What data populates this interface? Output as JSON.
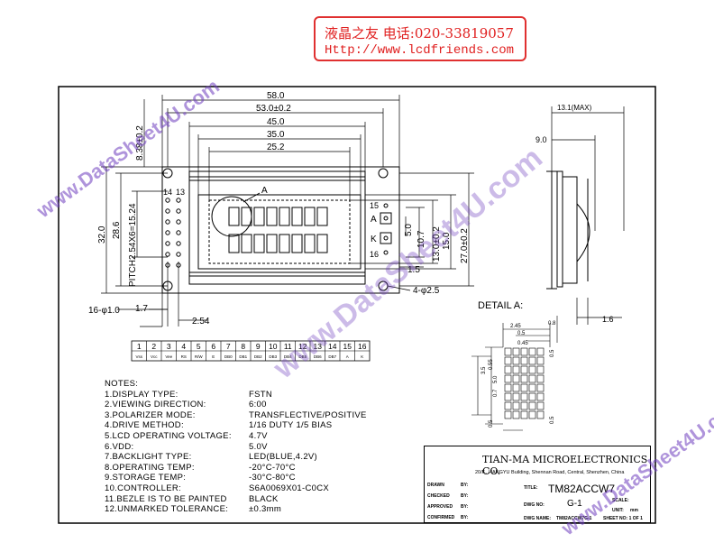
{
  "stamp": {
    "line1": "液晶之友 电话:020-33819057",
    "line2": "Http://www.lcdfriends.com"
  },
  "watermark_text": "www.DataSheet4U.com",
  "dimensions": {
    "top_58": "58.0",
    "top_53": "53.0±0.2",
    "top_45": "45.0",
    "top_35": "35.0",
    "top_25": "25.2",
    "left_838": "8.38±0.2",
    "left_32": "32.0",
    "left_286": "28.6",
    "pitch": "PITCH2.54X6=15.24",
    "right_50": "5.0",
    "right_107": "10.7",
    "right_130": "13.0±0.2",
    "right_150": "15.0",
    "right_270": "27.0±0.2",
    "right_15": "1.5",
    "holes": "4-φ2.5",
    "pins_dia": "16-φ1.0",
    "dim_17": "1.7",
    "dim_254": "2.54",
    "pin_14": "14",
    "pin_13": "13",
    "pin_15": "15",
    "pin_16": "16",
    "pin_a": "A",
    "pin_k": "K",
    "callout_a": "A"
  },
  "side": {
    "max": "13.1(MAX)",
    "d9": "9.0",
    "d16": "1.6"
  },
  "detail": {
    "title": "DETAIL A:",
    "d245": "2.45",
    "d05a": "0.5",
    "d045": "0.45",
    "d08": "0.8",
    "d50": "5.0",
    "d35": "3.5",
    "d055": "0.55",
    "d07": "0.7",
    "d05b": "0.5",
    "d05c": "0.5",
    "d05d": "0.5"
  },
  "pin_table": {
    "numbers": [
      "1",
      "2",
      "3",
      "4",
      "5",
      "6",
      "7",
      "8",
      "9",
      "10",
      "11",
      "12",
      "13",
      "14",
      "15",
      "16"
    ],
    "names": [
      "Vss",
      "Vcc",
      "Vee",
      "RS",
      "R/W",
      "E",
      "DB0",
      "DB1",
      "DB2",
      "DB3",
      "DB4",
      "DB5",
      "DB6",
      "DB7",
      "A",
      "K"
    ]
  },
  "notes": {
    "title": "NOTES:",
    "items": [
      {
        "label": "1.DISPLAY TYPE:",
        "value": "FSTN"
      },
      {
        "label": "2.VIEWING DIRECTION:",
        "value": "6:00"
      },
      {
        "label": "3.POLARIZER MODE:",
        "value": "TRANSFLECTIVE/POSITIVE"
      },
      {
        "label": "4.DRIVE METHOD:",
        "value": "1/16 DUTY   1/5 BIAS"
      },
      {
        "label": "5.LCD OPERATING VOLTAGE:",
        "value": "4.7V"
      },
      {
        "label": "6.VDD:",
        "value": "5.0V"
      },
      {
        "label": "7.BACKLIGHT TYPE:",
        "value": "LED(BLUE,4.2V)"
      },
      {
        "label": "8.OPERATING TEMP:",
        "value": "-20°C-70°C"
      },
      {
        "label": "9.STORAGE TEMP:",
        "value": "-30°C-80°C"
      },
      {
        "label": "10.CONTROLLER:",
        "value": "S6A0069X01-C0CX"
      },
      {
        "label": "11.BEZLE IS TO BE PAINTED",
        "value": "BLACK"
      },
      {
        "label": "12.UNMARKED TOLERANCE:",
        "value": "±0.3mm"
      }
    ]
  },
  "title_block": {
    "company": "TIAN-MA MICROELECTRONICS CO.",
    "address": "20/F., HANGYU Building, Shennan Road, Central, Shenzhen, China",
    "drawn": "DRAWN",
    "checked": "CHECKED",
    "approved": "APPROVED",
    "confirmed": "CONFIRMED",
    "by": "BY:",
    "title_label": "TITLE:",
    "model": "TM82ACCW7",
    "dwg_label": "DWG NO:",
    "rev": "G-1",
    "scale_label": "SCALE:",
    "unit_label": "UNIT:",
    "unit_value": "mm",
    "dwg_name_label": "DWG NAME:",
    "dwg_name": "TM82ACCW7G-1",
    "sheet": "SHEET NO: 1 OF 1"
  },
  "colors": {
    "stamp_red": "#e02020",
    "watermark_purple": "#6e3cbe"
  }
}
